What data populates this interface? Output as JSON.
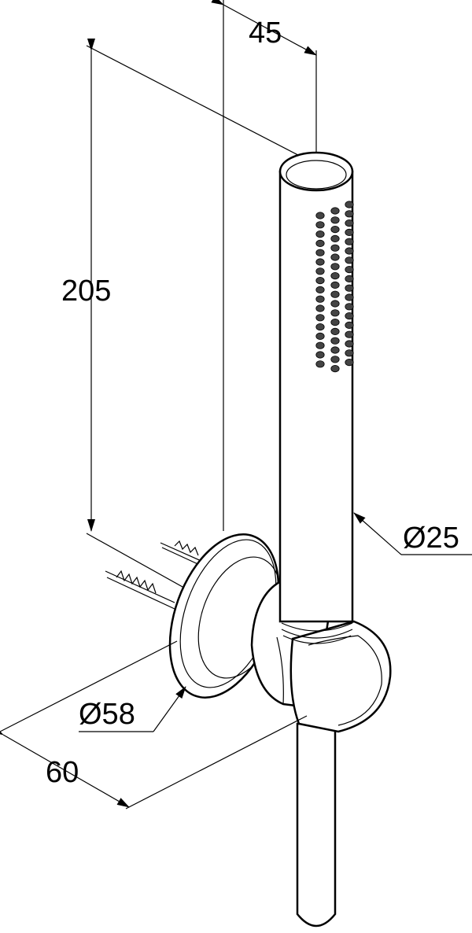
{
  "drawing": {
    "dimensions": {
      "height": "205",
      "offset": "45",
      "handle_diameter": "Ø25",
      "rosette_diameter": "Ø58",
      "depth": "60"
    }
  }
}
